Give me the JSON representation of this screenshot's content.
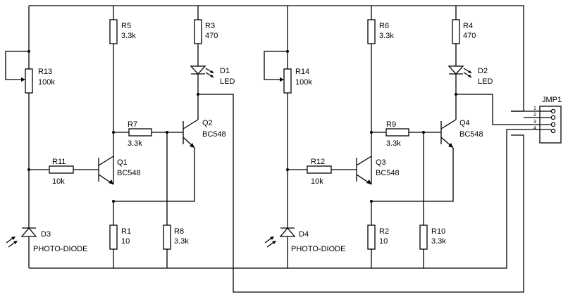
{
  "resistors": {
    "r5": {
      "ref": "R5",
      "value": "3.3k"
    },
    "r3": {
      "ref": "R3",
      "value": "470"
    },
    "r13": {
      "ref": "R13",
      "value": "100k"
    },
    "r7": {
      "ref": "R7",
      "value": "3.3k"
    },
    "r11": {
      "ref": "R11",
      "value": "10k"
    },
    "r1": {
      "ref": "R1",
      "value": "10"
    },
    "r8": {
      "ref": "R8",
      "value": "3.3k"
    },
    "r6": {
      "ref": "R6",
      "value": "3.3k"
    },
    "r4": {
      "ref": "R4",
      "value": "470"
    },
    "r14": {
      "ref": "R14",
      "value": "100k"
    },
    "r9": {
      "ref": "R9",
      "value": "3.3k"
    },
    "r12": {
      "ref": "R12",
      "value": "10k"
    },
    "r2": {
      "ref": "R2",
      "value": "10"
    },
    "r10": {
      "ref": "R10",
      "value": "3.3k"
    }
  },
  "transistors": {
    "q1": {
      "ref": "Q1",
      "value": "BC548"
    },
    "q2": {
      "ref": "Q2",
      "value": "BC548"
    },
    "q3": {
      "ref": "Q3",
      "value": "BC548"
    },
    "q4": {
      "ref": "Q4",
      "value": "BC548"
    }
  },
  "leds": {
    "d1": {
      "ref": "D1",
      "value": "LED"
    },
    "d2": {
      "ref": "D2",
      "value": "LED"
    }
  },
  "photodiodes": {
    "d3": {
      "ref": "D3",
      "value": "PHOTO-DIODE"
    },
    "d4": {
      "ref": "D4",
      "value": "PHOTO-DIODE"
    }
  },
  "connector": {
    "ref": "JMP1",
    "pins": [
      "1",
      "2",
      "3",
      "4"
    ]
  }
}
